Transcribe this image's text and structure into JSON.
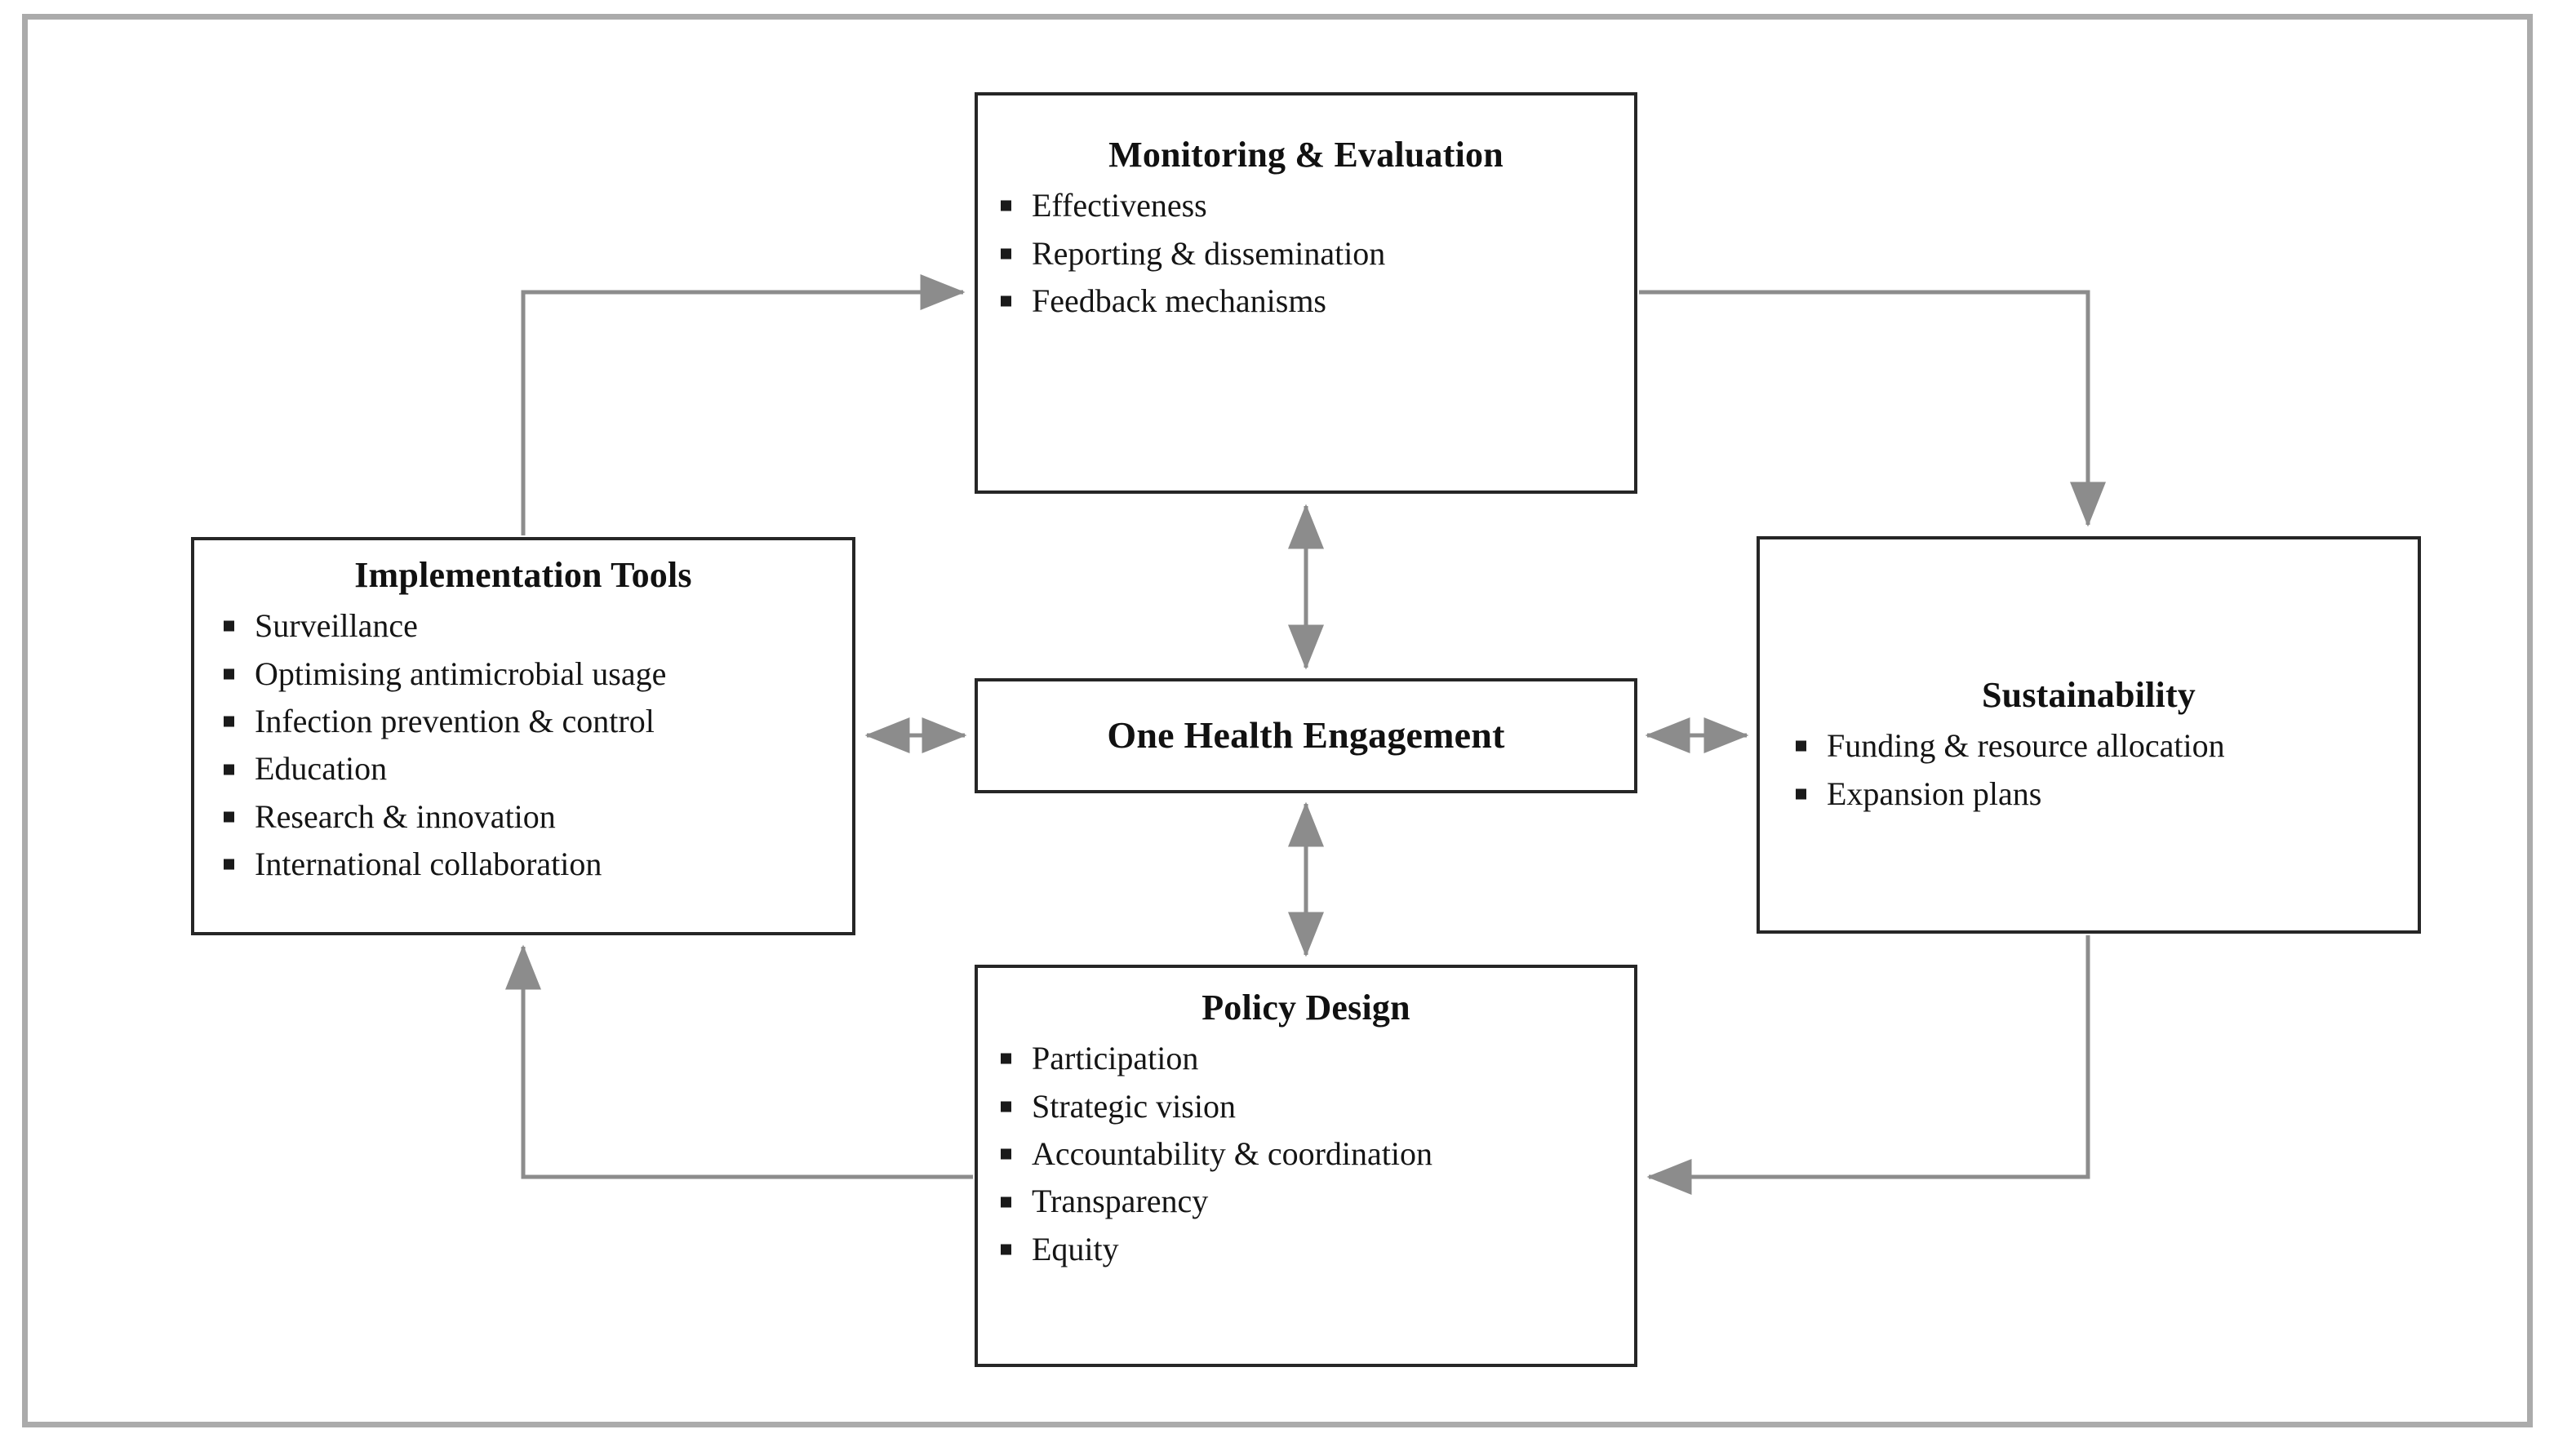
{
  "diagram": {
    "title_visible": false,
    "background_color": "#ffffff",
    "frame_color": "#ababab",
    "box_border_color": "#262626",
    "connector_color": "#8c8c8c",
    "text_color": "#151515",
    "nodes": {
      "center": {
        "title": "One Health Engagement",
        "items": []
      },
      "monitoring": {
        "title": "Monitoring & Evaluation",
        "items": [
          "Effectiveness",
          "Reporting & dissemination",
          "Feedback mechanisms"
        ]
      },
      "implementation": {
        "title": "Implementation Tools",
        "items": [
          "Surveillance",
          "Optimising antimicrobial usage",
          "Infection prevention & control",
          "Education",
          "Research & innovation",
          "International collaboration"
        ]
      },
      "sustainability": {
        "title": "Sustainability",
        "items": [
          "Funding & resource allocation",
          "Expansion plans"
        ]
      },
      "policy": {
        "title": "Policy Design",
        "items": [
          "Participation",
          "Strategic vision",
          "Accountability & coordination",
          "Transparency",
          "Equity"
        ]
      }
    },
    "connections": [
      {
        "name": "center-to-monitoring",
        "from": "center",
        "to": "monitoring",
        "style": "double-arrow-vertical"
      },
      {
        "name": "center-to-policy",
        "from": "center",
        "to": "policy",
        "style": "double-arrow-vertical"
      },
      {
        "name": "center-to-implementation",
        "from": "center",
        "to": "implementation",
        "style": "double-arrow-horizontal"
      },
      {
        "name": "center-to-sustainability",
        "from": "center",
        "to": "sustainability",
        "style": "double-arrow-horizontal"
      },
      {
        "name": "implementation-to-monitoring",
        "from": "implementation",
        "to": "monitoring",
        "style": "elbow-arrow"
      },
      {
        "name": "monitoring-to-sustainability",
        "from": "monitoring",
        "to": "sustainability",
        "style": "elbow-arrow"
      },
      {
        "name": "sustainability-to-policy",
        "from": "sustainability",
        "to": "policy",
        "style": "elbow-arrow"
      },
      {
        "name": "policy-to-implementation",
        "from": "policy",
        "to": "implementation",
        "style": "elbow-arrow"
      }
    ]
  }
}
